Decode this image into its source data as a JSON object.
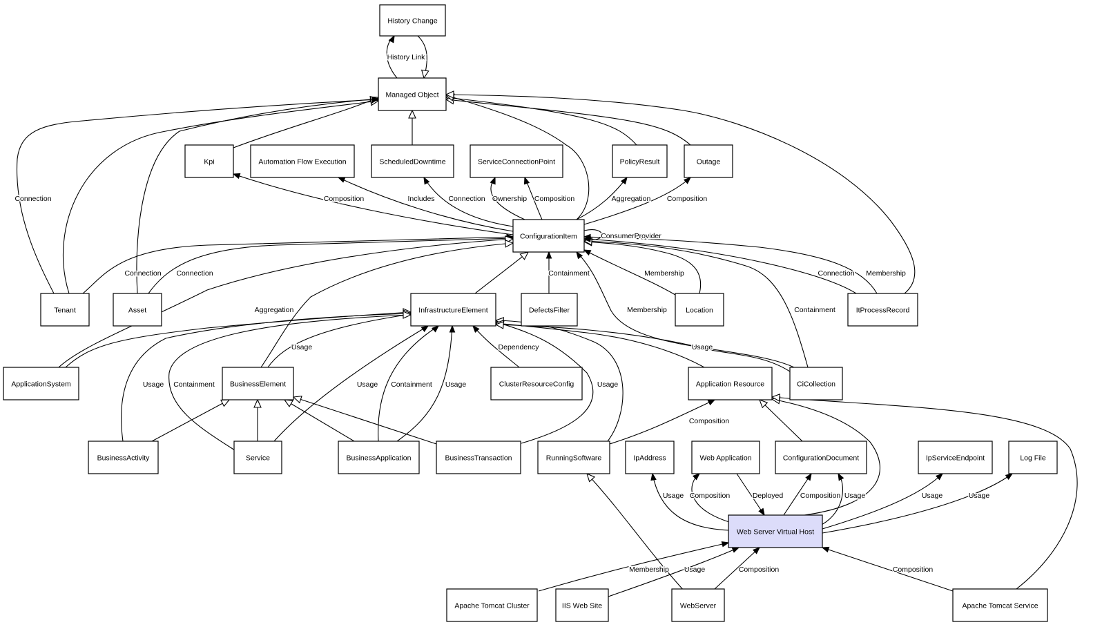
{
  "nodes": [
    {
      "id": "history",
      "label": "History Change"
    },
    {
      "id": "managed",
      "label": "Managed Object"
    },
    {
      "id": "kpi",
      "label": "Kpi"
    },
    {
      "id": "afe",
      "label": "Automation Flow Execution"
    },
    {
      "id": "sdt",
      "label": "ScheduledDowntime"
    },
    {
      "id": "scp",
      "label": "ServiceConnectionPoint"
    },
    {
      "id": "policy",
      "label": "PolicyResult"
    },
    {
      "id": "outage",
      "label": "Outage"
    },
    {
      "id": "ci",
      "label": "ConfigurationItem"
    },
    {
      "id": "tenant",
      "label": "Tenant"
    },
    {
      "id": "asset",
      "label": "Asset"
    },
    {
      "id": "infra",
      "label": "InfrastructureElement"
    },
    {
      "id": "defects",
      "label": "DefectsFilter"
    },
    {
      "id": "location",
      "label": "Location"
    },
    {
      "id": "itproc",
      "label": "ItProcessRecord"
    },
    {
      "id": "appsys",
      "label": "ApplicationSystem"
    },
    {
      "id": "be",
      "label": "BusinessElement"
    },
    {
      "id": "crc",
      "label": "ClusterResourceConfig"
    },
    {
      "id": "appres",
      "label": "Application Resource"
    },
    {
      "id": "cicoll",
      "label": "CiCollection"
    },
    {
      "id": "bact",
      "label": "BusinessActivity"
    },
    {
      "id": "service",
      "label": "Service"
    },
    {
      "id": "bapp",
      "label": "BusinessApplication"
    },
    {
      "id": "btrans",
      "label": "BusinessTransaction"
    },
    {
      "id": "rsw",
      "label": "RunningSoftware"
    },
    {
      "id": "ipaddr",
      "label": "IpAddress"
    },
    {
      "id": "webapp",
      "label": "Web Application"
    },
    {
      "id": "confdoc",
      "label": "ConfigurationDocument"
    },
    {
      "id": "ipse",
      "label": "IpServiceEndpoint"
    },
    {
      "id": "logfile",
      "label": "Log File"
    },
    {
      "id": "wsvh",
      "label": "Web Server Virtual Host",
      "highlight": true
    },
    {
      "id": "atc",
      "label": "Apache Tomcat Cluster"
    },
    {
      "id": "iis",
      "label": "IIS Web Site"
    },
    {
      "id": "webserver",
      "label": "WebServer"
    },
    {
      "id": "ats",
      "label": "Apache Tomcat Service"
    }
  ],
  "edges": [
    {
      "id": "e-hist-link",
      "from": "managed",
      "to": "history",
      "label": "History Link",
      "kind": "assoc"
    },
    {
      "id": "e-hist-inh",
      "from": "history",
      "to": "managed",
      "label": "",
      "kind": "inherit"
    },
    {
      "id": "e-kpi-inh",
      "from": "kpi",
      "to": "managed",
      "label": "",
      "kind": "inherit"
    },
    {
      "id": "e-sdt-inh",
      "from": "sdt",
      "to": "managed",
      "label": "",
      "kind": "inherit"
    },
    {
      "id": "e-policy-inh",
      "from": "policy",
      "to": "managed",
      "label": "",
      "kind": "inherit"
    },
    {
      "id": "e-outage-inh",
      "from": "outage",
      "to": "managed",
      "label": "",
      "kind": "inherit"
    },
    {
      "id": "e-ci-inh",
      "from": "ci",
      "to": "managed",
      "label": "",
      "kind": "inherit"
    },
    {
      "id": "e-tenant-inh",
      "from": "tenant",
      "to": "managed",
      "label": "",
      "kind": "inherit"
    },
    {
      "id": "e-asset-inh",
      "from": "asset",
      "to": "managed",
      "label": "",
      "kind": "inherit"
    },
    {
      "id": "e-tenant-conn",
      "from": "tenant",
      "to": "managed",
      "label": "Connection",
      "kind": "assoc"
    },
    {
      "id": "e-itproc-inh",
      "from": "itproc",
      "to": "managed",
      "label": "",
      "kind": "inherit"
    },
    {
      "id": "e-ci-kpi",
      "from": "ci",
      "to": "kpi",
      "label": "Composition",
      "kind": "assoc"
    },
    {
      "id": "e-ci-afe",
      "from": "ci",
      "to": "afe",
      "label": "Includes",
      "kind": "assoc"
    },
    {
      "id": "e-ci-sdt",
      "from": "ci",
      "to": "sdt",
      "label": "Connection",
      "kind": "assoc"
    },
    {
      "id": "e-ci-scp-own",
      "from": "ci",
      "to": "scp",
      "label": "Ownership",
      "kind": "assoc"
    },
    {
      "id": "e-ci-scp-comp",
      "from": "ci",
      "to": "scp",
      "label": "Composition",
      "kind": "assoc"
    },
    {
      "id": "e-ci-policy",
      "from": "ci",
      "to": "policy",
      "label": "Aggregation",
      "kind": "assoc"
    },
    {
      "id": "e-ci-outage",
      "from": "ci",
      "to": "outage",
      "label": "Composition",
      "kind": "assoc"
    },
    {
      "id": "e-ci-self",
      "from": "ci",
      "to": "ci",
      "label": "ConsumerProvider",
      "kind": "assoc"
    },
    {
      "id": "e-tenant-ci",
      "from": "tenant",
      "to": "ci",
      "label": "Connection",
      "kind": "assoc"
    },
    {
      "id": "e-asset-ci",
      "from": "asset",
      "to": "ci",
      "label": "Connection",
      "kind": "assoc"
    },
    {
      "id": "e-infra-ci",
      "from": "infra",
      "to": "ci",
      "label": "",
      "kind": "inherit"
    },
    {
      "id": "e-defects-ci",
      "from": "defects",
      "to": "ci",
      "label": "Containment",
      "kind": "assoc"
    },
    {
      "id": "e-location-ci",
      "from": "location",
      "to": "ci",
      "label": "Membership",
      "kind": "assoc"
    },
    {
      "id": "e-location-ci-inh",
      "from": "location",
      "to": "ci",
      "label": "",
      "kind": "inherit"
    },
    {
      "id": "e-cicoll-ci",
      "from": "cicoll",
      "to": "ci",
      "label": "Membership",
      "kind": "assoc"
    },
    {
      "id": "e-cicoll-ci-inh",
      "from": "cicoll",
      "to": "ci",
      "label": "Containment",
      "kind": "inherit"
    },
    {
      "id": "e-itproc-ci-conn",
      "from": "itproc",
      "to": "ci",
      "label": "Connection",
      "kind": "assoc"
    },
    {
      "id": "e-itproc-ci-mem",
      "from": "itproc",
      "to": "ci",
      "label": "Membership",
      "kind": "assoc"
    },
    {
      "id": "e-appsys-ci",
      "from": "appsys",
      "to": "ci",
      "label": "Aggregation",
      "kind": "inherit"
    },
    {
      "id": "e-be-ci",
      "from": "be",
      "to": "ci",
      "label": "",
      "kind": "inherit"
    },
    {
      "id": "e-appsys-infra",
      "from": "appsys",
      "to": "infra",
      "label": "",
      "kind": "inherit"
    },
    {
      "id": "e-be-infra",
      "from": "be",
      "to": "infra",
      "label": "Usage",
      "kind": "assoc"
    },
    {
      "id": "e-bact-infra",
      "from": "bact",
      "to": "infra",
      "label": "Usage",
      "kind": "inherit"
    },
    {
      "id": "e-service-infra-cont",
      "from": "service",
      "to": "infra",
      "label": "Containment",
      "kind": "inherit"
    },
    {
      "id": "e-service-infra-use",
      "from": "service",
      "to": "infra",
      "label": "Usage",
      "kind": "assoc"
    },
    {
      "id": "e-bapp-infra-cont",
      "from": "bapp",
      "to": "infra",
      "label": "Containment",
      "kind": "assoc"
    },
    {
      "id": "e-bapp-infra-use",
      "from": "bapp",
      "to": "infra",
      "label": "Usage",
      "kind": "assoc"
    },
    {
      "id": "e-crc-infra",
      "from": "crc",
      "to": "infra",
      "label": "Dependency",
      "kind": "assoc"
    },
    {
      "id": "e-btrans-infra",
      "from": "btrans",
      "to": "infra",
      "label": "Usage",
      "kind": "inherit"
    },
    {
      "id": "e-rsw-infra",
      "from": "rsw",
      "to": "infra",
      "label": "",
      "kind": "inherit"
    },
    {
      "id": "e-appres-infra",
      "from": "appres",
      "to": "infra",
      "label": "",
      "kind": "inherit"
    },
    {
      "id": "e-cicoll-infra",
      "from": "cicoll",
      "to": "infra",
      "label": "Usage",
      "kind": "inherit"
    },
    {
      "id": "e-bact-be",
      "from": "bact",
      "to": "be",
      "label": "",
      "kind": "inherit"
    },
    {
      "id": "e-service-be",
      "from": "service",
      "to": "be",
      "label": "",
      "kind": "inherit"
    },
    {
      "id": "e-bapp-be",
      "from": "bapp",
      "to": "be",
      "label": "",
      "kind": "inherit"
    },
    {
      "id": "e-btrans-be",
      "from": "btrans",
      "to": "be",
      "label": "",
      "kind": "inherit"
    },
    {
      "id": "e-rsw-appres",
      "from": "rsw",
      "to": "appres",
      "label": "Composition",
      "kind": "assoc"
    },
    {
      "id": "e-confdoc-appres",
      "from": "confdoc",
      "to": "appres",
      "label": "",
      "kind": "inherit"
    },
    {
      "id": "e-wsvh-appres",
      "from": "wsvh",
      "to": "appres",
      "label": "",
      "kind": "inherit"
    },
    {
      "id": "e-ats-appres",
      "from": "ats",
      "to": "appres",
      "label": "",
      "kind": "inherit"
    },
    {
      "id": "e-wsvh-ipaddr",
      "from": "wsvh",
      "to": "ipaddr",
      "label": "Usage",
      "kind": "assoc"
    },
    {
      "id": "e-wsvh-webapp",
      "from": "wsvh",
      "to": "webapp",
      "label": "Composition",
      "kind": "assoc"
    },
    {
      "id": "e-webapp-wsvh",
      "from": "webapp",
      "to": "wsvh",
      "label": "Deployed",
      "kind": "assoc"
    },
    {
      "id": "e-wsvh-confdoc-comp",
      "from": "wsvh",
      "to": "confdoc",
      "label": "Composition",
      "kind": "assoc"
    },
    {
      "id": "e-wsvh-confdoc-use",
      "from": "wsvh",
      "to": "confdoc",
      "label": "Usage",
      "kind": "assoc"
    },
    {
      "id": "e-wsvh-ipse",
      "from": "wsvh",
      "to": "ipse",
      "label": "Usage",
      "kind": "assoc"
    },
    {
      "id": "e-wsvh-logfile",
      "from": "wsvh",
      "to": "logfile",
      "label": "Usage",
      "kind": "assoc"
    },
    {
      "id": "e-atc-wsvh",
      "from": "atc",
      "to": "wsvh",
      "label": "Membership",
      "kind": "assoc"
    },
    {
      "id": "e-iis-wsvh",
      "from": "iis",
      "to": "wsvh",
      "label": "Usage",
      "kind": "assoc"
    },
    {
      "id": "e-webserver-wsvh",
      "from": "webserver",
      "to": "wsvh",
      "label": "Composition",
      "kind": "assoc"
    },
    {
      "id": "e-webserver-rsw",
      "from": "webserver",
      "to": "rsw",
      "label": "",
      "kind": "inherit"
    },
    {
      "id": "e-ats-wsvh",
      "from": "ats",
      "to": "wsvh",
      "label": "Composition",
      "kind": "assoc"
    }
  ]
}
